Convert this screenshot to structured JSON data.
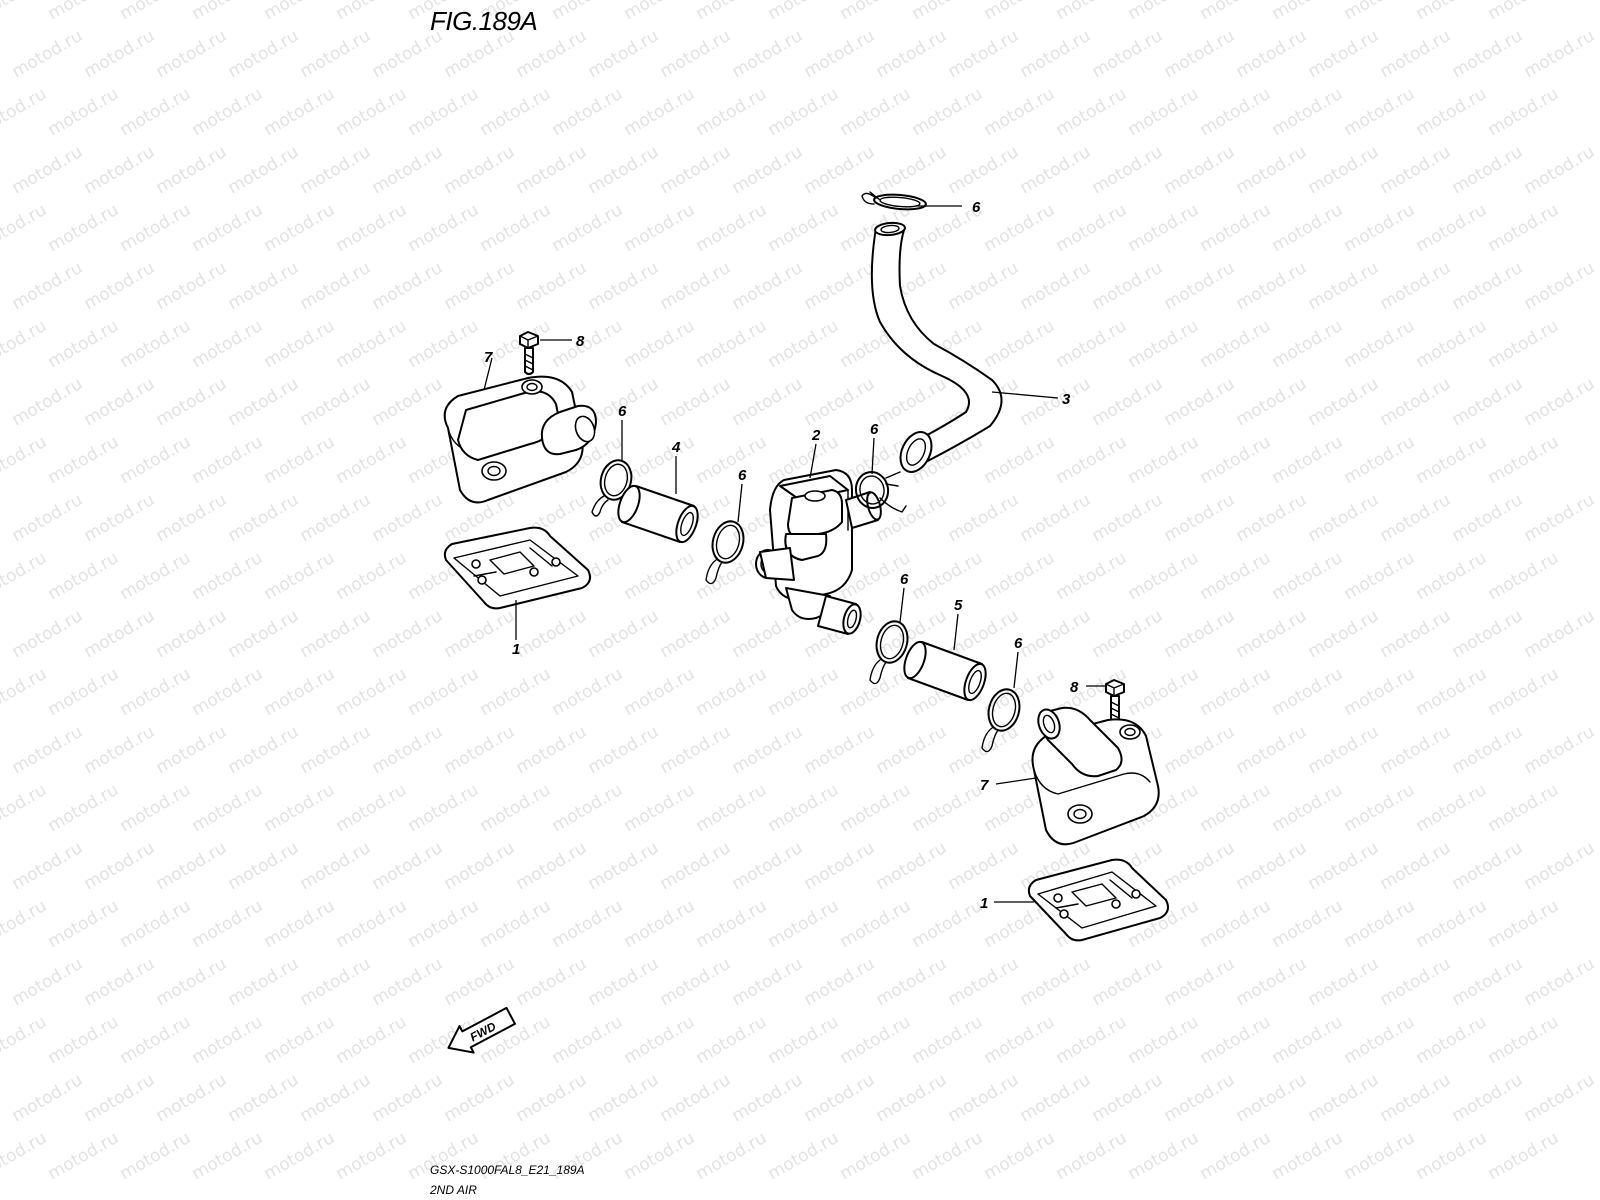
{
  "figure": {
    "title": "FIG.189A",
    "code": "GSX-S1000FAL8_E21_189A",
    "name": "2ND AIR"
  },
  "watermark": "motod.ru",
  "direction_marker": "FWD",
  "callouts": {
    "reed_upper": "1",
    "reed_lower": "1",
    "valve": "2",
    "hose_long": "3",
    "hose_upper_short": "4",
    "hose_lower_short": "5",
    "clamp_top": "6",
    "clamp_upper_left": "6",
    "clamp_upper_mid": "6",
    "clamp_valve_right": "6",
    "clamp_lower_left": "6",
    "clamp_lower_right": "6",
    "cover_upper": "7",
    "cover_lower": "7",
    "bolt_upper": "8",
    "bolt_lower": "8"
  }
}
